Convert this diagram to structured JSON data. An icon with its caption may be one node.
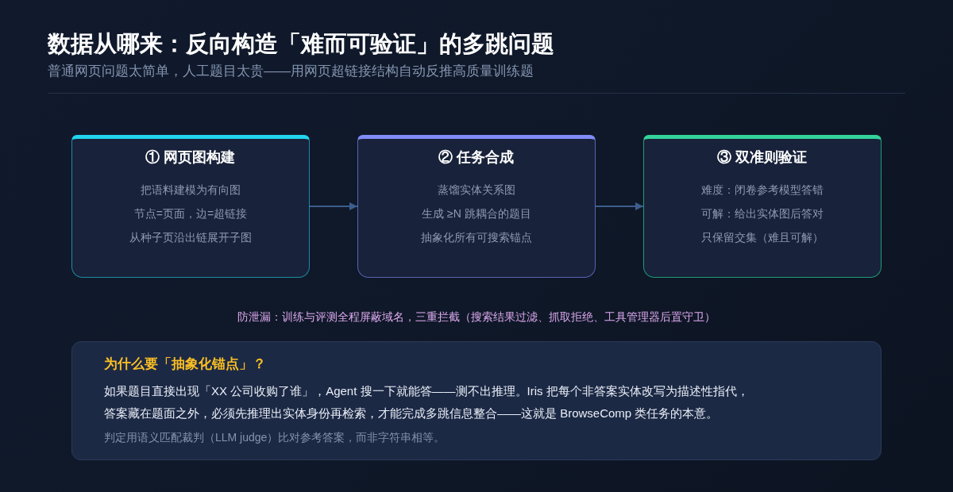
{
  "diagram": {
    "title": "数据从哪来：反向构造「难而可验证」的多跳问题",
    "nodes": [
      {
        "text": [
          "① 网页图构建",
          "把语料建模为有向图",
          "节点=页面，边=超链接",
          "从种子页沿出链展开子图"
        ]
      },
      {
        "text": [
          "② 任务合成",
          "蒸馏实体关系图",
          "生成 ≥N 跳耦合的题目",
          "抽象化所有可搜索锚点"
        ]
      },
      {
        "text": [
          "③ 双准则验证",
          "难度：闭卷参考模型答错",
          "可解：给出实体图后答对",
          "只保留交集（难且可解）"
        ]
      },
      {
        "text": [
          "为什么要「抽象化锚点」？",
          "如果题目直接出现「XX 公司收购了谁」，Agent 搜一下就能答——测不出推理。Iris 把每个非答案实体改写为描述性指代，答案藏在题面之外，必须先推理出实体身份再检索，才能完成多跳信息整合——这就是 BrowseComp 类任务的本意。",
          "判定用语义匹配裁判（LLM judge）比对参考答案，而非字符串相等。"
        ]
      }
    ],
    "edges": [
      {
        "from": 0,
        "to": 1,
        "arrow": "to"
      },
      {
        "from": 1,
        "to": 2,
        "arrow": "to"
      }
    ],
    "labels": [
      "普通网页问题太简单，人工题目太贵——用网页超链接结构自动反推高质量训练题",
      "防泄漏：训练与评测全程屏蔽域名，三重拦截（搜索结果过滤、抓取拒绝、工具管理器后置守卫）"
    ]
  }
}
